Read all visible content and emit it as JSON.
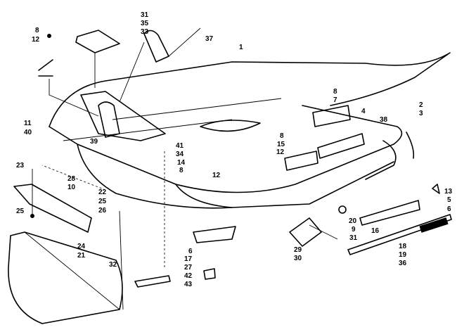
{
  "diagram": {
    "type": "exploded parts diagram",
    "callouts": [
      "31",
      "35",
      "33",
      "37",
      "1",
      "8",
      "12",
      "8",
      "7",
      "4",
      "38",
      "2",
      "3",
      "8",
      "15",
      "12",
      "11",
      "40",
      "39",
      "41",
      "34",
      "14",
      "8",
      "12",
      "23",
      "28",
      "10",
      "22",
      "25",
      "26",
      "25",
      "13",
      "5",
      "6",
      "20",
      "9",
      "16",
      "31",
      "29",
      "30",
      "18",
      "19",
      "36",
      "6",
      "17",
      "27",
      "42",
      "43",
      "24",
      "21",
      "32"
    ]
  }
}
